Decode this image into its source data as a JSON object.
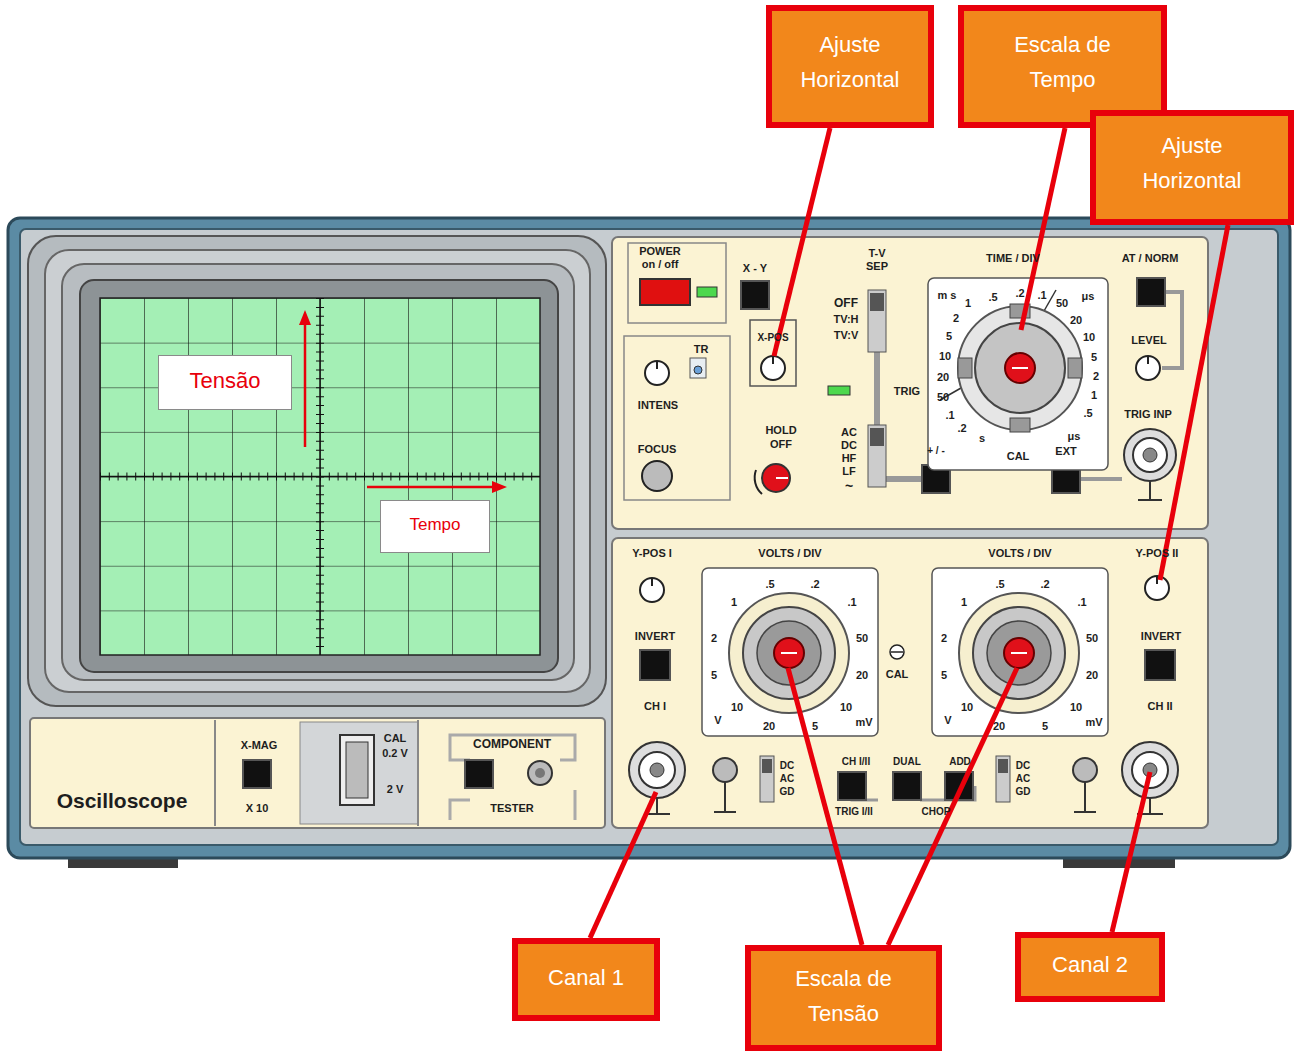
{
  "diagram": {
    "nodes": [
      {
        "text": [
          "Ajuste Horizontal"
        ]
      },
      {
        "text": [
          "Escala de Tempo"
        ]
      },
      {
        "text": [
          "Ajuste Horizontal"
        ]
      },
      {
        "text": [
          "Tensão"
        ]
      },
      {
        "text": [
          "Tempo"
        ]
      },
      {
        "text": [
          "Canal 1"
        ]
      },
      {
        "text": [
          "Escala de Tensão"
        ]
      },
      {
        "text": [
          "Canal 2"
        ]
      }
    ],
    "labels": [
      "POWER",
      "on / off",
      "X - Y",
      "T-V",
      "SEP",
      "TIME / DIV",
      "AT / NORM",
      "OFF",
      "TV:H",
      "TV:V",
      "X-POS",
      "TR",
      "INTENS",
      "FOCUS",
      "HOLD",
      "OFF",
      "TRIG",
      "AC",
      "DC",
      "HF",
      "LF",
      "~",
      "+ / -",
      "EXT",
      "LEVEL",
      "TRIG INP",
      "CAL",
      "m s",
      "1",
      ".5",
      ".2",
      ".1",
      "50",
      "μs",
      "20",
      "10",
      "5",
      "2",
      "1",
      ".5",
      "μs",
      "2",
      "5",
      "10",
      "20",
      "50",
      ".1",
      ".2",
      "s",
      "Y-POS I",
      "VOLTS / DIV",
      "VOLTS / DIV",
      "Y-POS II",
      "INVERT",
      "INVERT",
      "CH I",
      "CH II",
      "CAL",
      ".5",
      ".2",
      ".1",
      "1",
      "2",
      "50",
      "5",
      "20",
      "V",
      "10",
      "20",
      "5",
      "10",
      "mV",
      ".5",
      ".2",
      ".1",
      "1",
      "2",
      "50",
      "5",
      "20",
      "V",
      "10",
      "20",
      "5",
      "10",
      "mV",
      "DC",
      "AC",
      "GD",
      "DC",
      "AC",
      "GD",
      "CH I/II",
      "DUAL",
      "ADD",
      "TRIG I/II",
      "CHOP",
      "X-MAG",
      "X 10",
      "CAL",
      "0.2 V",
      "2 V",
      "COMPONENT",
      "TESTER",
      "Oscilloscope"
    ]
  }
}
